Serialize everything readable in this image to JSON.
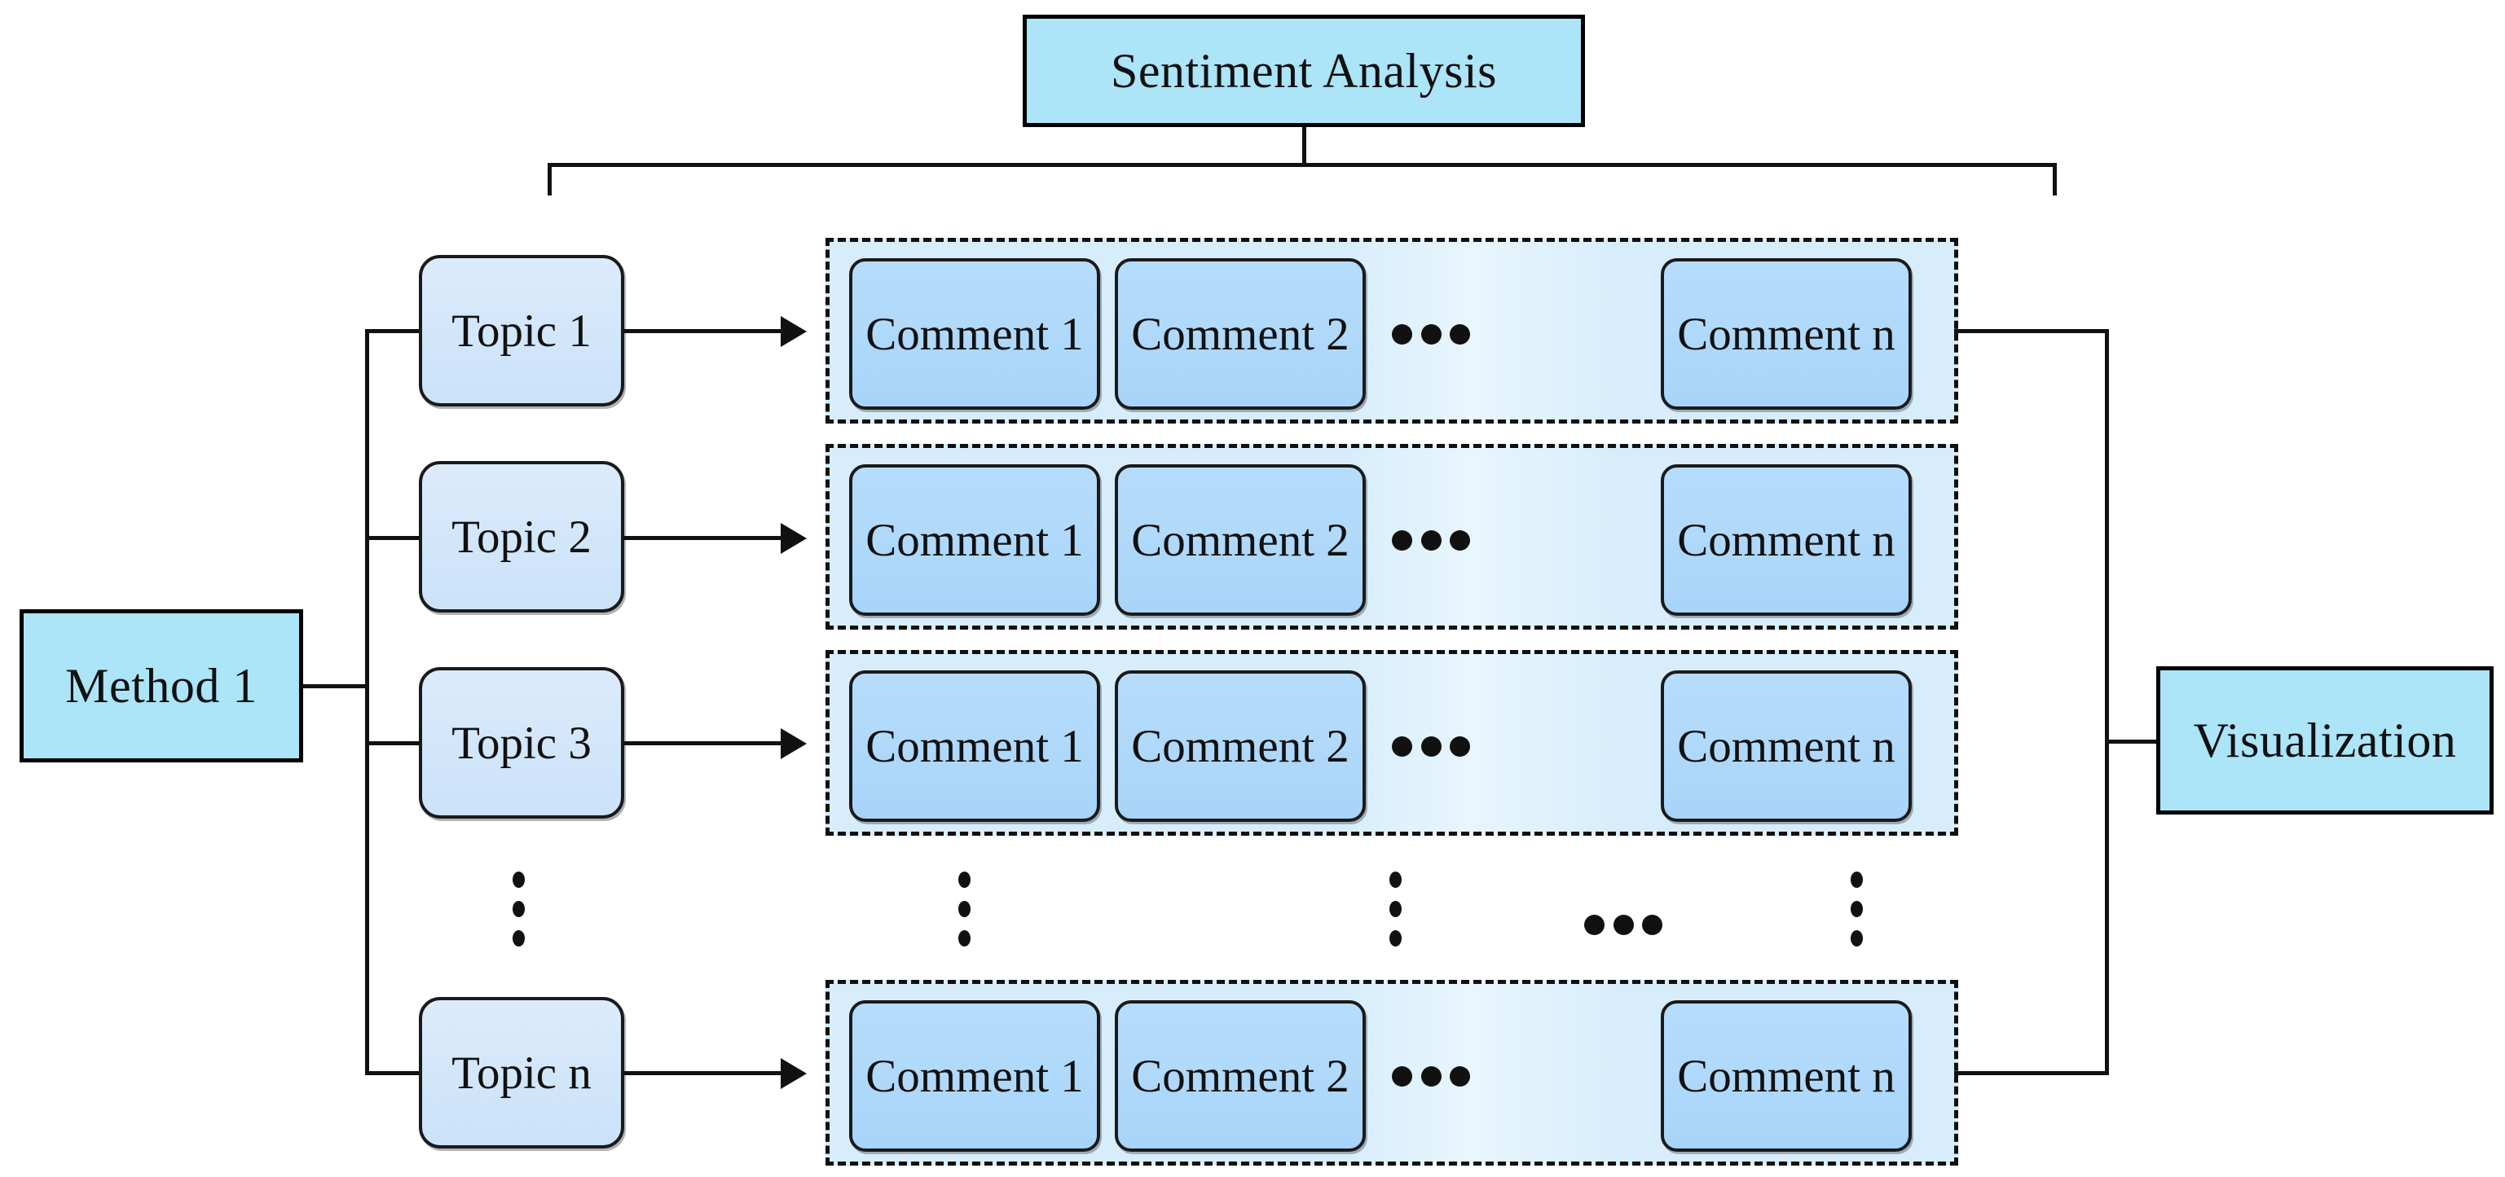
{
  "diagram": {
    "title_node": {
      "label": "Sentiment Analysis"
    },
    "input_node": {
      "label": "Method 1"
    },
    "output_node": {
      "label": "Visualization"
    },
    "topics": [
      {
        "label": "Topic 1"
      },
      {
        "label": "Topic 2"
      },
      {
        "label": "Topic 3"
      },
      {
        "label": "Topic n"
      }
    ],
    "rows": [
      {
        "comments": [
          {
            "label": "Comment 1"
          },
          {
            "label": "Comment 2"
          },
          {
            "label": "Comment n"
          }
        ],
        "ellipsis": "•••"
      },
      {
        "comments": [
          {
            "label": "Comment 1"
          },
          {
            "label": "Comment 2"
          },
          {
            "label": "Comment n"
          }
        ],
        "ellipsis": "•••"
      },
      {
        "comments": [
          {
            "label": "Comment 1"
          },
          {
            "label": "Comment 2"
          },
          {
            "label": "Comment n"
          }
        ],
        "ellipsis": "•••"
      },
      {
        "comments": [
          {
            "label": "Comment 1"
          },
          {
            "label": "Comment 2"
          },
          {
            "label": "Comment n"
          }
        ],
        "ellipsis": "•••"
      }
    ],
    "ellipsis_markers": {
      "vertical_topic": "vertical-ellipsis",
      "vertical_comment_1": "vertical-ellipsis",
      "vertical_comment_2": "vertical-ellipsis",
      "vertical_comment_n": "vertical-ellipsis",
      "horizontal_between": "horizontal-ellipsis"
    },
    "colors": {
      "accent_square_node": "#ace4f8",
      "topic_node": "#d6e8f9",
      "comment_node": "#b0d9fa",
      "group_background": "#d8edfb",
      "stroke": "#111111",
      "page_background": "#ffffff"
    }
  }
}
